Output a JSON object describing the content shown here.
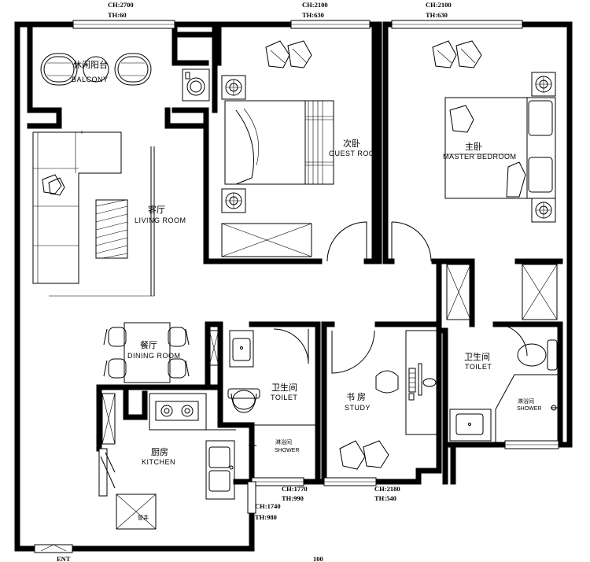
{
  "rooms": {
    "balcony": {
      "cn": "休闲阳台",
      "en": "BALCONY"
    },
    "guest_room": {
      "cn": "次卧",
      "en": "GUEST ROOM"
    },
    "master_bedroom": {
      "cn": "主卧",
      "en": "MASTER BEDROOM"
    },
    "living_room": {
      "cn": "客厅",
      "en": "LIVING ROOM"
    },
    "dining_room": {
      "cn": "餐厅",
      "en": "DINING ROOM"
    },
    "toilet_1": {
      "cn": "卫生间",
      "en": "TOILET"
    },
    "toilet_2": {
      "cn": "卫生间",
      "en": "TOILET"
    },
    "study": {
      "cn": "书 房",
      "en": "STUDY"
    },
    "kitchen": {
      "cn": "厨房",
      "en": "KITCHEN"
    },
    "shower_1": {
      "cn": "淋浴间",
      "en": "SHOWER"
    },
    "shower_2": {
      "cn": "淋浴间",
      "en": "SHOWER"
    },
    "utility": {
      "cn": "管井"
    }
  },
  "dimensions": {
    "balcony_window": {
      "ch": "CH:2700",
      "th": "TH:60"
    },
    "guest_window": {
      "ch": "CH:2100",
      "th": "TH:630"
    },
    "master_window": {
      "ch": "CH:2100",
      "th": "TH:630"
    },
    "toilet_window": {
      "ch": "CH:1770",
      "th": "TH:990"
    },
    "study_window": {
      "ch": "CH:2180",
      "th": "TH:540"
    },
    "kitchen_window": {
      "ch": "CH:1740",
      "th": "TH:980"
    }
  },
  "footer": {
    "scale_fragment": "100",
    "entry_fragment": "ENT"
  }
}
